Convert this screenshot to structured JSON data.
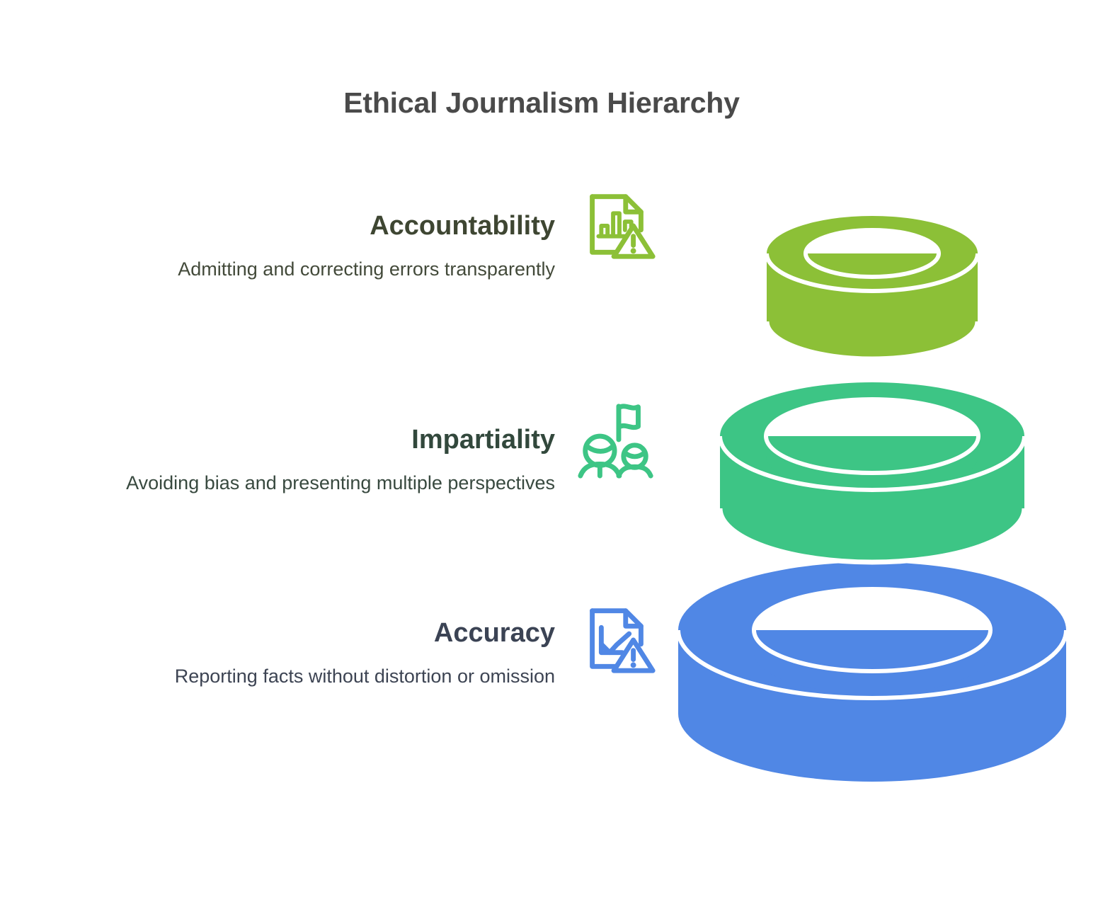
{
  "title": "Ethical Journalism Hierarchy",
  "colors": {
    "title_text": "#4a4a4a",
    "accountability": "#8CC037",
    "impartiality": "#3DC585",
    "accuracy": "#5087E5",
    "ring_divider": "#ffffff",
    "background": "#ffffff"
  },
  "tiers": [
    {
      "id": "accountability",
      "heading": "Accountability",
      "description": "Admitting and correcting errors transparently",
      "icon": "document-bar-chart-warning-icon",
      "color": "#8CC037",
      "ring_position": "top"
    },
    {
      "id": "impartiality",
      "heading": "Impartiality",
      "description": "Avoiding bias and presenting multiple perspectives",
      "icon": "people-flag-icon",
      "color": "#3DC585",
      "ring_position": "middle"
    },
    {
      "id": "accuracy",
      "heading": "Accuracy",
      "description": "Reporting facts without distortion or omission",
      "icon": "document-line-chart-warning-icon",
      "color": "#5087E5",
      "ring_position": "bottom"
    }
  ],
  "chart_data": {
    "type": "pyramid",
    "title": "Ethical Journalism Hierarchy",
    "orientation": "stacked-3d-rings-descending",
    "levels": [
      {
        "rank": 1,
        "label": "Accountability",
        "description": "Admitting and correcting errors transparently",
        "relative_width": 0.54,
        "color": "#8CC037"
      },
      {
        "rank": 2,
        "label": "Impartiality",
        "description": "Avoiding bias and presenting multiple perspectives",
        "relative_width": 0.79,
        "color": "#3DC585"
      },
      {
        "rank": 3,
        "label": "Accuracy",
        "description": "Reporting facts without distortion or omission",
        "relative_width": 1.0,
        "color": "#5087E5"
      }
    ]
  }
}
